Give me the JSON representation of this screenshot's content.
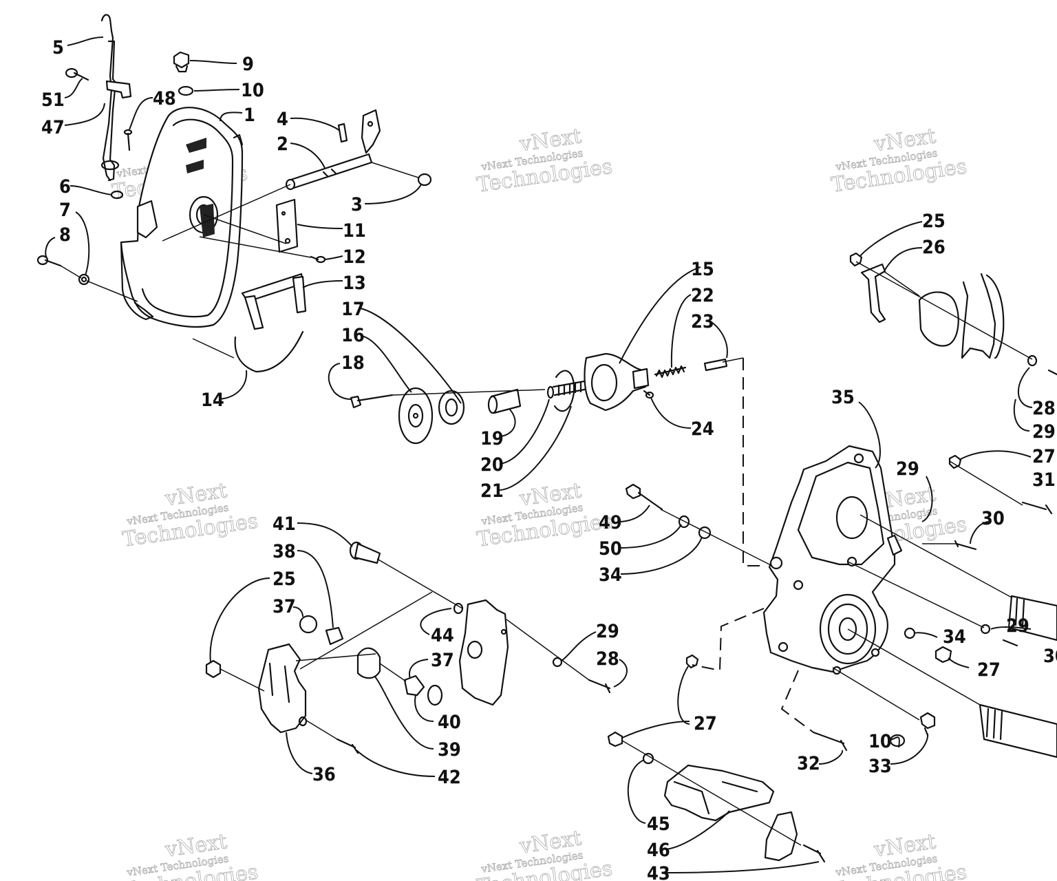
{
  "watermark": {
    "line1": "vNext",
    "line2": "vNext Technologies",
    "line3": "Technologies"
  },
  "callouts": [
    {
      "id": "c5",
      "label": "5"
    },
    {
      "id": "c51",
      "label": "51"
    },
    {
      "id": "c47",
      "label": "47"
    },
    {
      "id": "c48",
      "label": "48"
    },
    {
      "id": "c9",
      "label": "9"
    },
    {
      "id": "c10a",
      "label": "10"
    },
    {
      "id": "c1",
      "label": "1"
    },
    {
      "id": "c4",
      "label": "4"
    },
    {
      "id": "c2",
      "label": "2"
    },
    {
      "id": "c6",
      "label": "6"
    },
    {
      "id": "c7",
      "label": "7"
    },
    {
      "id": "c8",
      "label": "8"
    },
    {
      "id": "c3",
      "label": "3"
    },
    {
      "id": "c11",
      "label": "11"
    },
    {
      "id": "c12",
      "label": "12"
    },
    {
      "id": "c13",
      "label": "13"
    },
    {
      "id": "c14",
      "label": "14"
    },
    {
      "id": "c15",
      "label": "15"
    },
    {
      "id": "c22",
      "label": "22"
    },
    {
      "id": "c23",
      "label": "23"
    },
    {
      "id": "c17",
      "label": "17"
    },
    {
      "id": "c16",
      "label": "16"
    },
    {
      "id": "c18",
      "label": "18"
    },
    {
      "id": "c19",
      "label": "19"
    },
    {
      "id": "c20",
      "label": "20"
    },
    {
      "id": "c21",
      "label": "21"
    },
    {
      "id": "c24",
      "label": "24"
    },
    {
      "id": "c25a",
      "label": "25"
    },
    {
      "id": "c26",
      "label": "26"
    },
    {
      "id": "c28a",
      "label": "28"
    },
    {
      "id": "c29a",
      "label": "29"
    },
    {
      "id": "c27a",
      "label": "27"
    },
    {
      "id": "c31",
      "label": "31"
    },
    {
      "id": "c30a",
      "label": "30"
    },
    {
      "id": "c29b",
      "label": "29"
    },
    {
      "id": "c35",
      "label": "35"
    },
    {
      "id": "c49",
      "label": "49"
    },
    {
      "id": "c50",
      "label": "50"
    },
    {
      "id": "c34a",
      "label": "34"
    },
    {
      "id": "c34b",
      "label": "34"
    },
    {
      "id": "c29c",
      "label": "29"
    },
    {
      "id": "c30b",
      "label": "30"
    },
    {
      "id": "c27b",
      "label": "27"
    },
    {
      "id": "c10b",
      "label": "10"
    },
    {
      "id": "c33",
      "label": "33"
    },
    {
      "id": "c32",
      "label": "32"
    },
    {
      "id": "c27c",
      "label": "27"
    },
    {
      "id": "c41",
      "label": "41"
    },
    {
      "id": "c38",
      "label": "38"
    },
    {
      "id": "c25b",
      "label": "25"
    },
    {
      "id": "c37a",
      "label": "37"
    },
    {
      "id": "c44",
      "label": "44"
    },
    {
      "id": "c29d",
      "label": "29"
    },
    {
      "id": "c28b",
      "label": "28"
    },
    {
      "id": "c37b",
      "label": "37"
    },
    {
      "id": "c40",
      "label": "40"
    },
    {
      "id": "c39",
      "label": "39"
    },
    {
      "id": "c42",
      "label": "42"
    },
    {
      "id": "c36",
      "label": "36"
    },
    {
      "id": "c45",
      "label": "45"
    },
    {
      "id": "c46",
      "label": "46"
    },
    {
      "id": "c43",
      "label": "43"
    }
  ]
}
